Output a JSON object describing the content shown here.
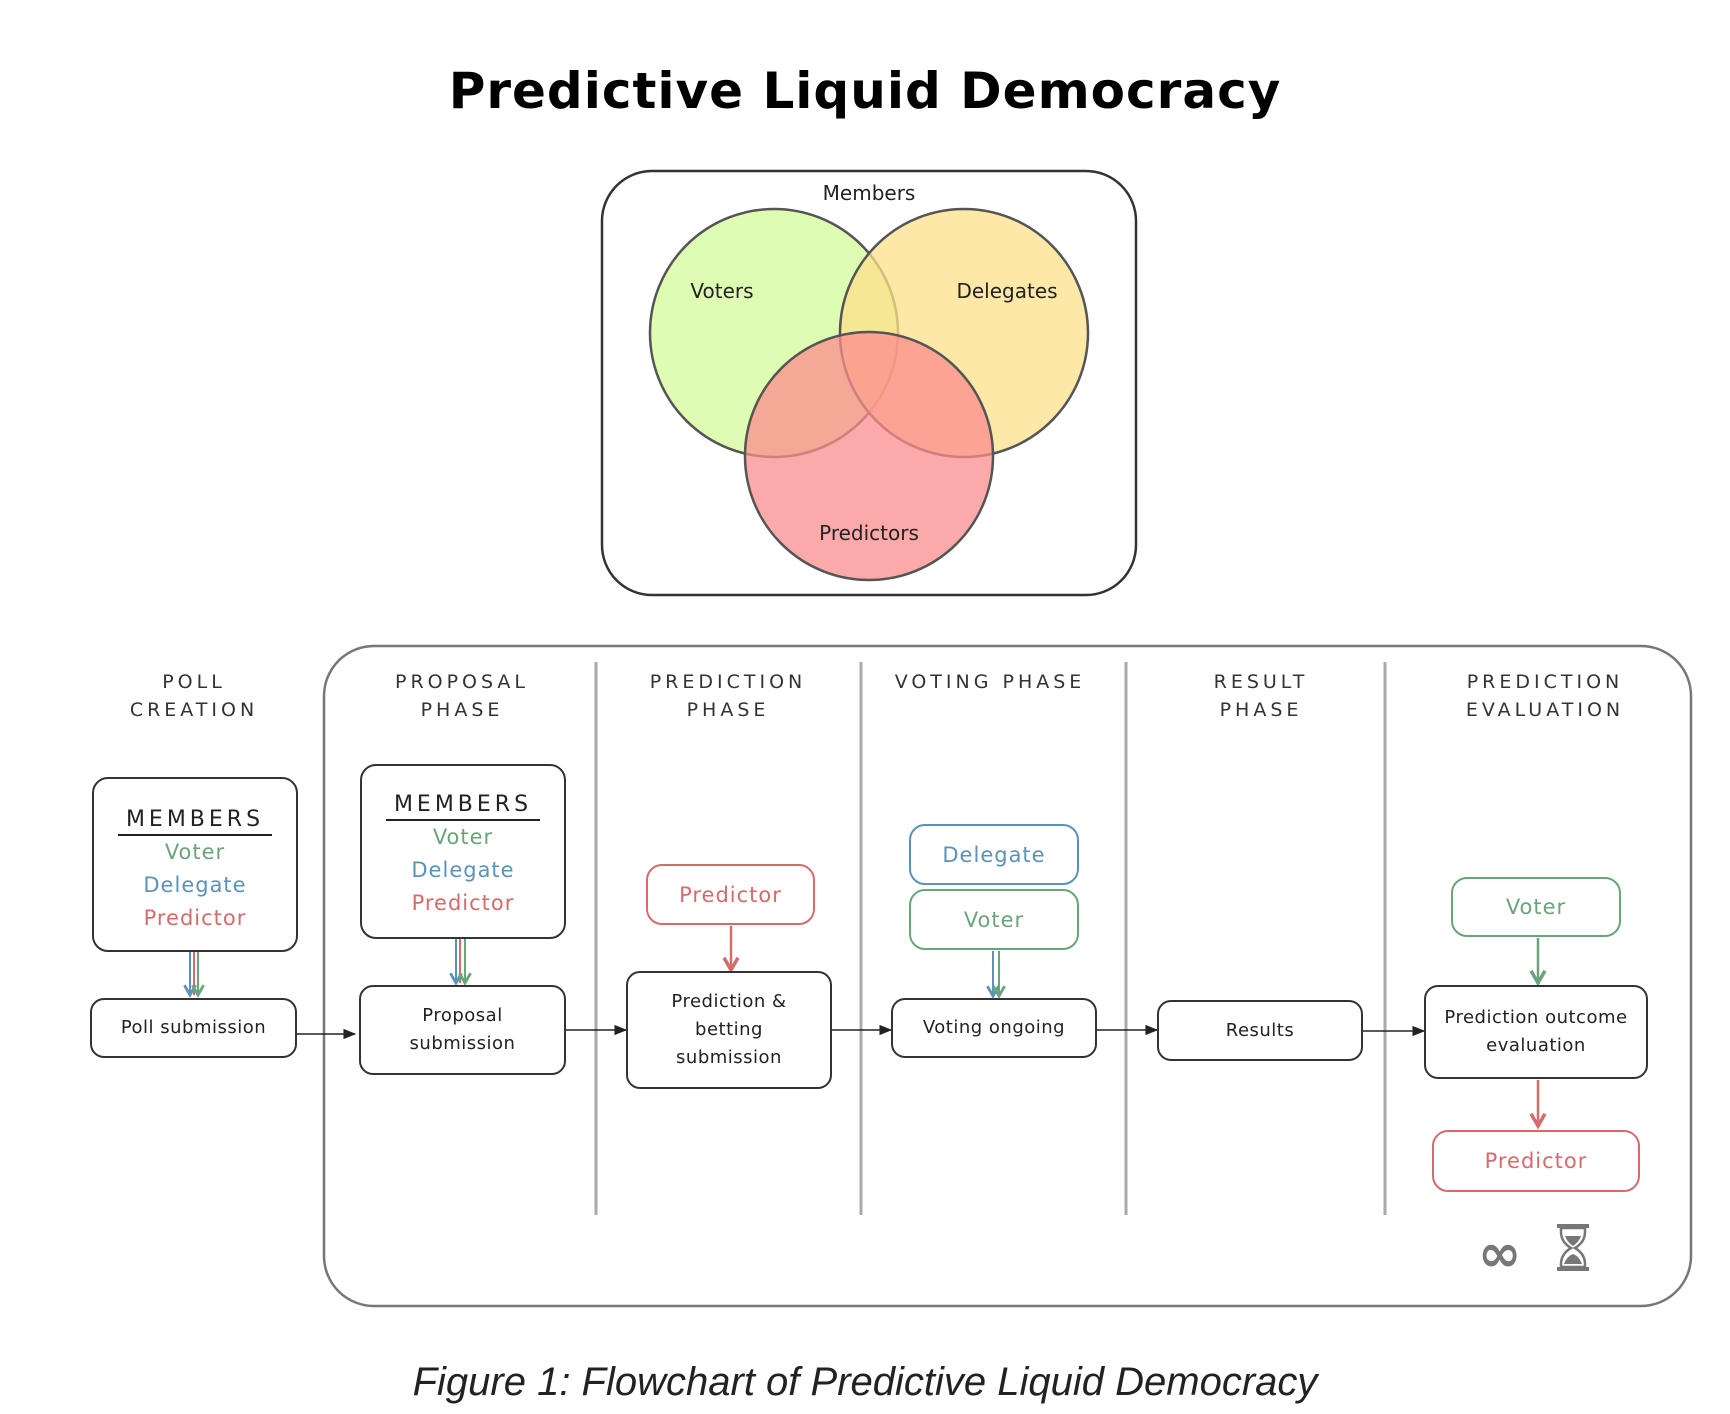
{
  "title": "Predictive Liquid Democracy",
  "venn": {
    "container_label": "Members",
    "sets": [
      {
        "label": "Voters",
        "color": "#d4fb9a"
      },
      {
        "label": "Delegates",
        "color": "#fde08a"
      },
      {
        "label": "Predictors",
        "color": "#fb8c8c"
      }
    ]
  },
  "colors": {
    "voter": "#6aa57a",
    "delegate": "#5b93b8",
    "predictor": "#d56b6b",
    "outline": "#333333",
    "divider": "#aaaaaa"
  },
  "phases": [
    {
      "id": "poll-creation",
      "line1": "POLL",
      "line2": "CREATION"
    },
    {
      "id": "proposal-phase",
      "line1": "PROPOSAL",
      "line2": "PHASE"
    },
    {
      "id": "prediction-phase",
      "line1": "PREDICTION",
      "line2": "PHASE"
    },
    {
      "id": "voting-phase",
      "line1": "VOTING PHASE",
      "line2": ""
    },
    {
      "id": "result-phase",
      "line1": "RESULT",
      "line2": "PHASE"
    },
    {
      "id": "prediction-evaluation",
      "line1": "PREDICTION",
      "line2": "EVALUATION"
    }
  ],
  "members_box": {
    "heading": "MEMBERS",
    "items": [
      "Voter",
      "Delegate",
      "Predictor"
    ]
  },
  "steps": {
    "poll_submission": "Poll submission",
    "proposal_submission_1": "Proposal",
    "proposal_submission_2": "submission",
    "prediction_betting_1": "Prediction &",
    "prediction_betting_2": "betting",
    "prediction_betting_3": "submission",
    "voting_ongoing": "Voting ongoing",
    "results": "Results",
    "prediction_outcome_1": "Prediction outcome",
    "prediction_outcome_2": "evaluation"
  },
  "roles": {
    "predictor": "Predictor",
    "delegate": "Delegate",
    "voter": "Voter"
  },
  "icons": {
    "infinity": "∞",
    "hourglass": "hourglass-icon"
  },
  "caption": "Figure 1: Flowchart of Predictive Liquid Democracy"
}
